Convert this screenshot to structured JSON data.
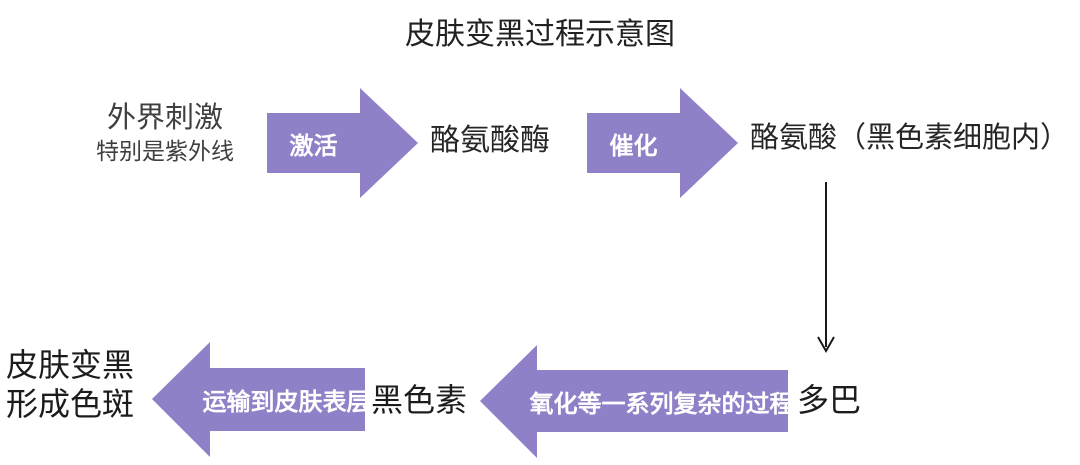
{
  "title": "皮肤变黑过程示意图",
  "colors": {
    "arrow": "#9080C8",
    "arrow-label": "#ffffff",
    "text": "#262626",
    "text-secondary": "#3f3f3f"
  },
  "nodes": {
    "stimulus_line1": "外界刺激",
    "stimulus_line2": "特别是紫外线",
    "tyrosinase": "酪氨酸酶",
    "tyrosine": "酪氨酸（黑色素细胞内）",
    "dopa": "多巴",
    "melanin": "黑色素",
    "result_line1": "皮肤变黑",
    "result_line2": "形成色斑"
  },
  "arrows": {
    "activate": "激活",
    "catalyze": "催化",
    "oxidation": "氧化等一系列复杂的过程",
    "transport": "运输到皮肤表层"
  }
}
